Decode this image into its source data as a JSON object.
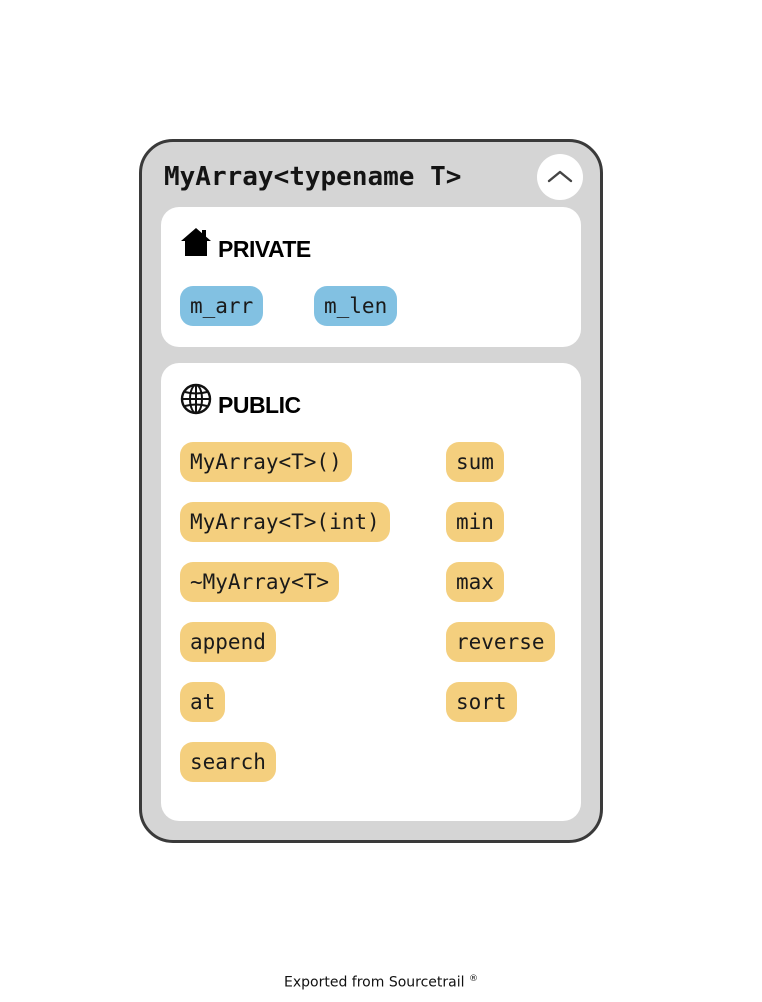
{
  "class_node": {
    "title": "MyArray<typename T>",
    "collapse_icon": "chevron-up-icon",
    "colors": {
      "node_bg": "#d5d5d5",
      "border": "#3a3a3a",
      "field": "#82c1e2",
      "method": "#f4cf7e"
    }
  },
  "sections": {
    "private": {
      "label": "PRIVATE",
      "icon": "house-icon",
      "fields": [
        "m_arr",
        "m_len"
      ]
    },
    "public": {
      "label": "PUBLIC",
      "icon": "globe-icon",
      "methods_left": [
        "MyArray<T>()",
        "MyArray<T>(int)",
        "~MyArray<T>",
        "append",
        "at",
        "search"
      ],
      "methods_right": [
        "sum",
        "min",
        "max",
        "reverse",
        "sort"
      ]
    }
  },
  "footer": {
    "text": "Exported from Sourcetrail",
    "mark": "®"
  }
}
